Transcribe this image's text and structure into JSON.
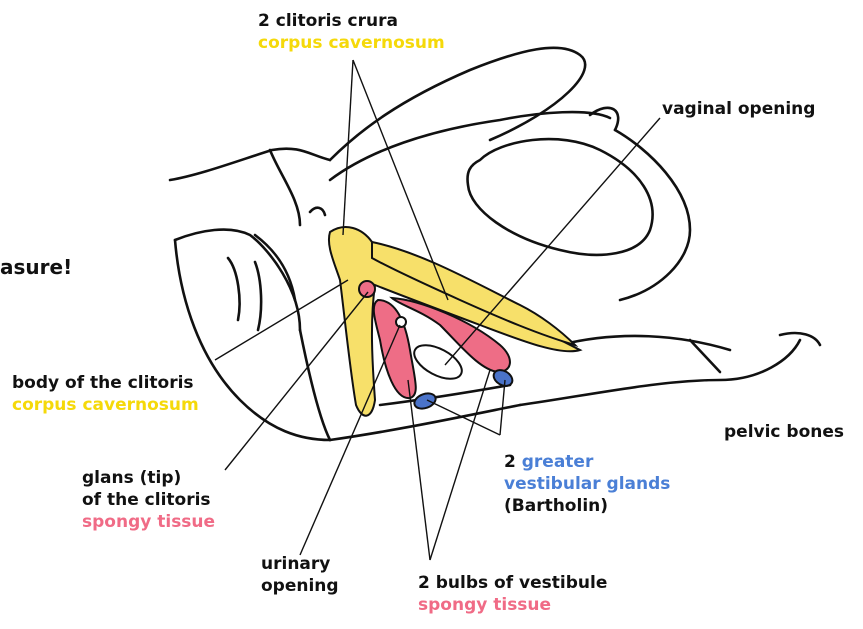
{
  "page_fragment": "asure!",
  "colors": {
    "outline": "#111111",
    "corpus_cavernosum": "#f7e06a",
    "spongy_tissue": "#ee6d86",
    "glands": "#4a73c9",
    "label_yellow": "#f5d90a",
    "label_pink": "#f06b86",
    "label_blue": "#4a7fd6"
  },
  "labels": {
    "crura": {
      "line1": "2 clitoris crura",
      "line2": "corpus cavernosum"
    },
    "vaginal_opening": "vaginal opening",
    "body": {
      "line1": "body of the clitoris",
      "line2": "corpus cavernosum"
    },
    "pelvic_bones": "pelvic bones",
    "glands": {
      "prefix": "2 ",
      "colored1": "greater",
      "colored2": "vestibular glands",
      "line3": "(Bartholin)"
    },
    "glans": {
      "line1": "glans (tip)",
      "line2": "of the clitoris",
      "line3": "spongy tissue"
    },
    "urinary": {
      "line1": "urinary",
      "line2": "opening"
    },
    "bulbs": {
      "line1": "2 bulbs of vestibule",
      "line2": "spongy tissue"
    }
  }
}
